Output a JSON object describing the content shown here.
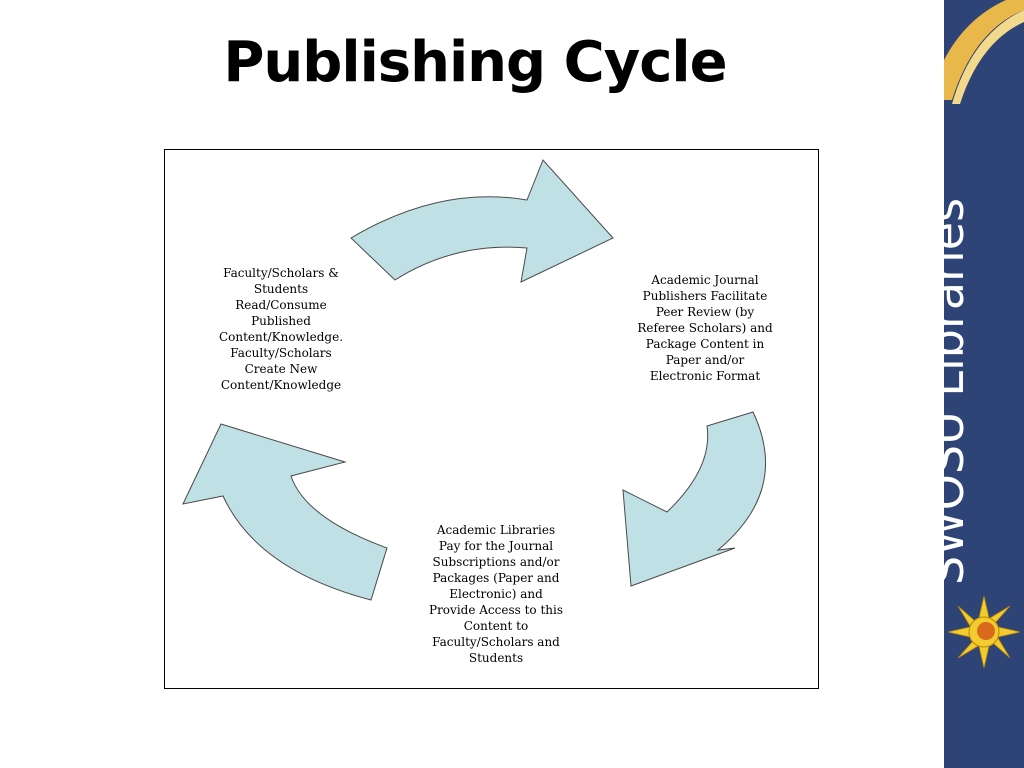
{
  "slide": {
    "title": "Publishing Cycle"
  },
  "diagram": {
    "nodes": [
      {
        "id": "users",
        "text": "Faculty/Scholars &\nStudents\nRead/Consume\nPublished\nContent/Knowledge.\nFaculty/Scholars\nCreate New\nContent/Knowledge"
      },
      {
        "id": "publishers",
        "text": "Academic Journal\nPublishers Facilitate\nPeer Review (by\nReferee Scholars) and\nPackage Content in\nPaper and/or\nElectronic Format"
      },
      {
        "id": "libraries",
        "text": "Academic Libraries\nPay for the Journal\nSubscriptions and/or\nPackages (Paper and\nElectronic) and\nProvide Access to this\nContent to\nFaculty/Scholars and\nStudents"
      }
    ],
    "edges": [
      {
        "from": "users",
        "to": "publishers"
      },
      {
        "from": "publishers",
        "to": "libraries"
      },
      {
        "from": "libraries",
        "to": "users"
      }
    ],
    "arrow_fill": "#bfe0e4",
    "arrow_stroke": "#4a4a4a"
  },
  "branding": {
    "text": "SWOSU Libraries",
    "sidebar_color": "#2e4476",
    "arc_color": "#e8b84a",
    "sun_color": "#f2cc2e",
    "sun_center_color": "#d96a1c"
  }
}
